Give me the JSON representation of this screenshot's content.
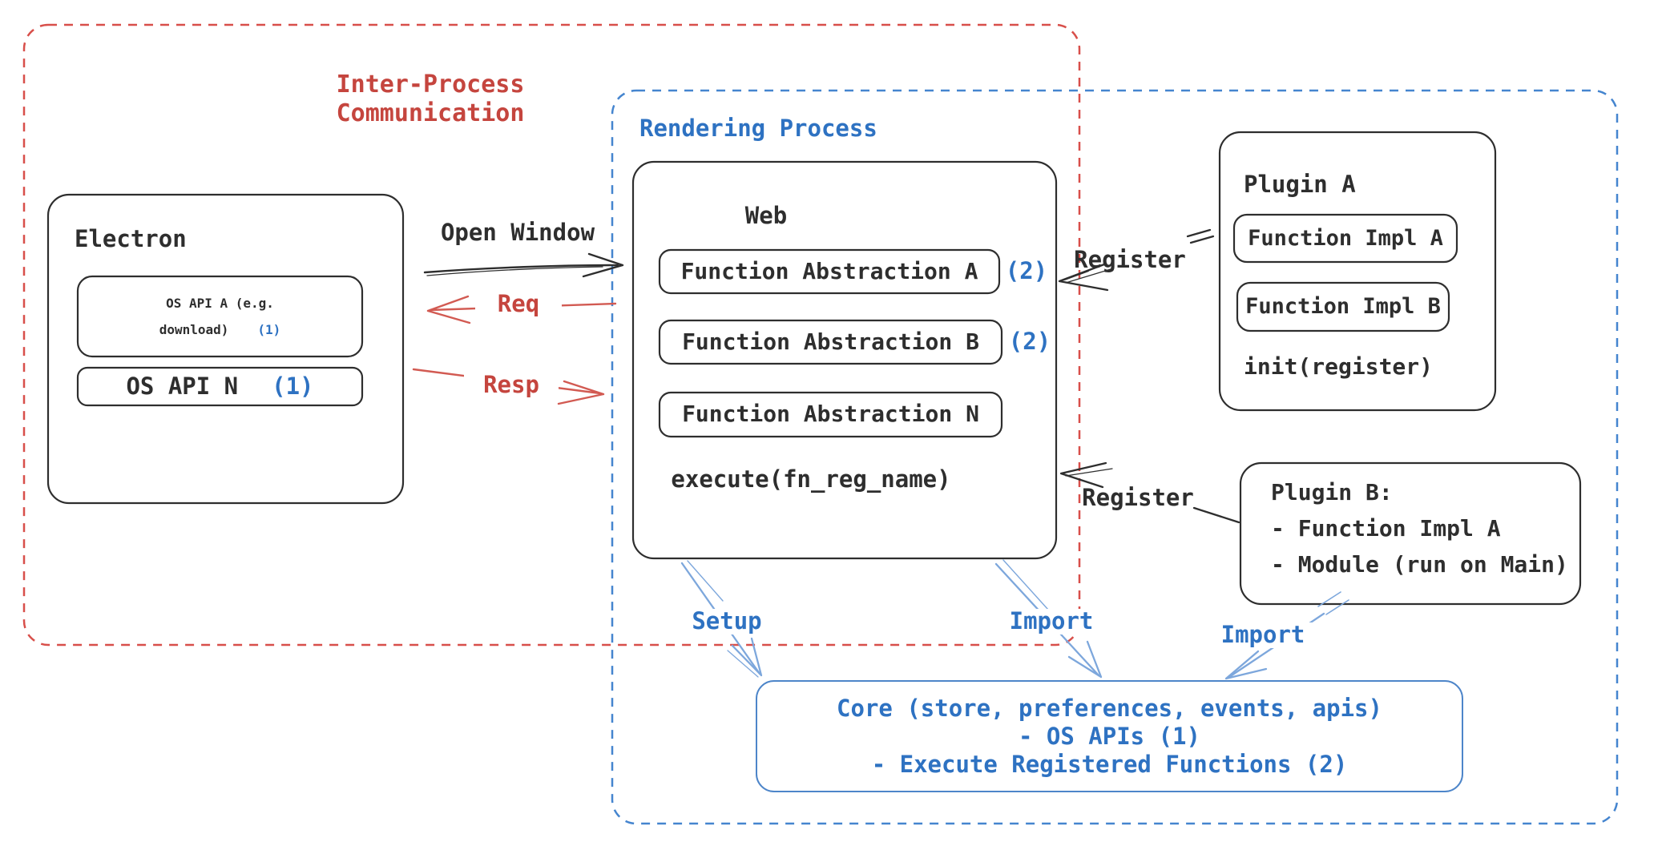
{
  "palette": {
    "ink": "#2e2e2e",
    "red_text": "#c5453e",
    "red_line": "#d25a52",
    "red_dash": "#d84f4a",
    "blue_text": "#2e72c2",
    "blue_dash": "#4585cf",
    "blue_arrow": "#7da7dc",
    "core_border": "#4d85c9",
    "paper": "#ffffff"
  },
  "ipc_region": {
    "label_line1": "Inter-Process",
    "label_line2": "Communication"
  },
  "rendering_region": {
    "label": "Rendering Process"
  },
  "electron": {
    "title": "Electron",
    "os_api_a_line1": "OS API A (e.g.",
    "os_api_a_line2": "download)",
    "os_api_a_badge": "(1)",
    "os_api_n": "OS API N",
    "os_api_n_badge": "(1)"
  },
  "web": {
    "title": "Web",
    "fa_a": "Function Abstraction A",
    "fa_a_badge": "(2)",
    "fa_b": "Function Abstraction B",
    "fa_b_badge": "(2)",
    "fa_n": "Function Abstraction N",
    "execute": "execute(fn_reg_name)"
  },
  "plugin_a": {
    "title": "Plugin A",
    "impl_a": "Function Impl A",
    "impl_b": "Function Impl B",
    "init": "init(register)"
  },
  "plugin_b": {
    "line1": "Plugin B:",
    "line2": "- Function Impl A",
    "line3": "- Module (run on Main)"
  },
  "core": {
    "line1": "Core (store, preferences, events, apis)",
    "line2": "- OS APIs (1)",
    "line3": "- Execute Registered Functions (2)"
  },
  "arrows": {
    "open_window": "Open Window",
    "req": "Req",
    "resp": "Resp",
    "register_top": "Register",
    "register_bottom": "Register",
    "setup": "Setup",
    "import_web": "Import",
    "import_plugin_b": "Import"
  }
}
